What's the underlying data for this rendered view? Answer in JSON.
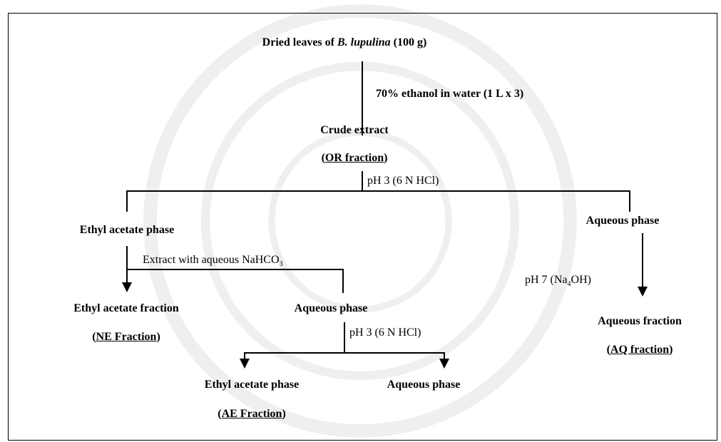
{
  "start": {
    "prefix": "Dried leaves of ",
    "species": "B. lupulina",
    "suffix": " (100 g)"
  },
  "step1": "70% ethanol in water (1 L x 3)",
  "crude": {
    "label": "Crude extract",
    "open": "(",
    "fraction": "OR fraction",
    "close": ")"
  },
  "step2": "pH 3 (6 N HCl)",
  "left_branch": {
    "phase": "Ethyl acetate phase",
    "extract_text": "Extract with aqueous NaHCO",
    "extract_sub": "3",
    "fraction_label": "Ethyl acetate fraction",
    "fraction_open": "(",
    "fraction_code": "NE Fraction",
    "fraction_close": ")"
  },
  "middle_branch": {
    "phase": "Aqueous phase",
    "step": "pH 3 (6 N HCl)",
    "ethyl_phase": "Ethyl acetate phase",
    "ethyl_open": "(",
    "ethyl_code": "AE Fraction",
    "ethyl_close": ")",
    "aqueous_phase": "Aqueous phase"
  },
  "right_branch": {
    "phase": "Aqueous phase",
    "step_text": "pH 7 (Na",
    "step_sub": "4",
    "step_rest": "OH)",
    "fraction_label": "Aqueous fraction",
    "fraction_open": "(",
    "fraction_code": "AQ fraction",
    "fraction_close": ")"
  },
  "colors": {
    "ink": "#000000",
    "background": "#ffffff"
  }
}
